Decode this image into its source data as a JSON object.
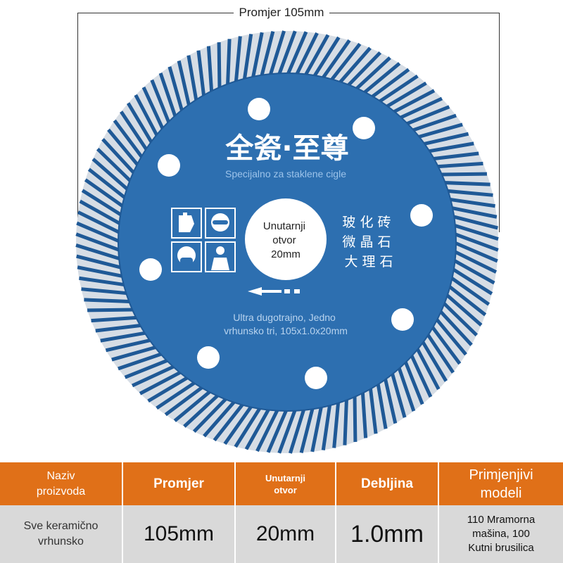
{
  "dimension": {
    "label": "Promjer 105mm"
  },
  "disc": {
    "colors": {
      "blue": "#2d6fb0",
      "dark_blue": "#1f5996",
      "segment": "#d6dde5",
      "center": "#ffffff"
    },
    "brand": "全瓷·至尊",
    "subtitle": "Specijalno za staklene cigle",
    "center_text": [
      "Unutarnji",
      "otvor",
      "20mm"
    ],
    "materials": [
      "玻 化 砖",
      "微 晶 石",
      "大 理 石"
    ],
    "footer": [
      "Ultra dugotrajno, Jedno",
      "vrhunsko tri, 105x1.0x20mm"
    ],
    "icons": [
      "gloves-icon",
      "goggles-icon",
      "mask-icon",
      "protective-suit-icon"
    ],
    "arrow_icon": "direction-arrow-icon"
  },
  "table": {
    "colors": {
      "header": "#e07018",
      "body": "#d9d9d9"
    },
    "headers": [
      "Naziv proizvoda",
      "Promjer",
      "Unutarnji otvor",
      "Debljina",
      "Primjenjivi modeli"
    ],
    "header_lines": [
      [
        "Naziv",
        "proizvoda"
      ],
      [
        "Promjer"
      ],
      [
        "Unutarnji",
        "otvor"
      ],
      [
        "Debljina"
      ],
      [
        "Primjenjivi",
        "modeli"
      ]
    ],
    "values": {
      "product": [
        "Sve keramično",
        "vrhunsko"
      ],
      "diameter": "105mm",
      "bore": "20mm",
      "thickness": "1.0mm",
      "models": [
        "110 Mramorna",
        "mašina, 100",
        "Kutni brusilica"
      ]
    }
  }
}
